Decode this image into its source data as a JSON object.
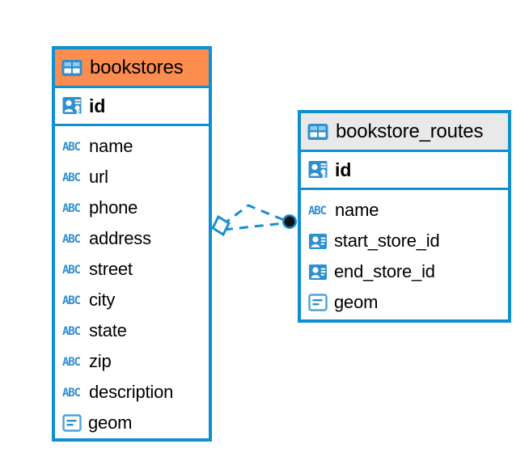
{
  "diagram": {
    "type": "entity-relationship-diagram",
    "background": "#ffffff",
    "accent_blue": "#0d8fd0",
    "accent_orange": "#fd8c4f",
    "accent_grey": "#e9e9e9"
  },
  "entities": [
    {
      "name": "bookstores",
      "header_color": "#fd8c4f",
      "primary_key": {
        "label": "id",
        "icon": "primary-key-icon"
      },
      "fields": [
        {
          "label": "name",
          "icon": "abc-text-icon"
        },
        {
          "label": "url",
          "icon": "abc-text-icon"
        },
        {
          "label": "phone",
          "icon": "abc-text-icon"
        },
        {
          "label": "address",
          "icon": "abc-text-icon"
        },
        {
          "label": "street",
          "icon": "abc-text-icon"
        },
        {
          "label": "city",
          "icon": "abc-text-icon"
        },
        {
          "label": "state",
          "icon": "abc-text-icon"
        },
        {
          "label": "zip",
          "icon": "abc-text-icon"
        },
        {
          "label": "description",
          "icon": "abc-text-icon"
        },
        {
          "label": "geom",
          "icon": "geometry-icon"
        }
      ]
    },
    {
      "name": "bookstore_routes",
      "header_color": "#e9e9e9",
      "primary_key": {
        "label": "id",
        "icon": "primary-key-icon"
      },
      "fields": [
        {
          "label": "name",
          "icon": "abc-text-icon"
        },
        {
          "label": "start_store_id",
          "icon": "foreign-key-icon"
        },
        {
          "label": "end_store_id",
          "icon": "foreign-key-icon"
        },
        {
          "label": "geom",
          "icon": "geometry-icon"
        }
      ]
    }
  ],
  "relationship": {
    "style": "dashed",
    "color": "#1790cf",
    "source_marker": "diamond-outline",
    "target_marker": "filled-circle",
    "source_entity": "bookstores",
    "target_entity": "bookstore_routes"
  }
}
